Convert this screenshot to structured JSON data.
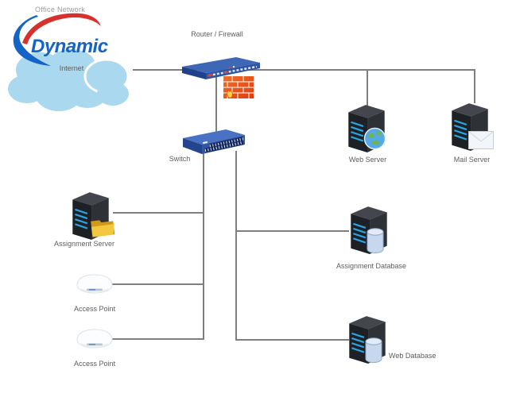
{
  "header": {
    "network_title": "Office Network",
    "logo_text": "Dynamic"
  },
  "colors": {
    "background": "#ffffff",
    "connector_line": "#7f7f7f",
    "label_text": "#5e5e5e",
    "title_text": "#9a9a9a",
    "cloud_fill": "#a9d8ef",
    "logo_blue": "#1464c8",
    "logo_red": "#d8302c",
    "network_device_blue": "#3e68b6",
    "server_body_dark": "#24272c",
    "server_led_blue": "#2aa2de",
    "firewall_brick_orange": "#e8521c",
    "folder_yellow": "#f3c83e",
    "database_cylinder_blue": "#c6d7ee"
  },
  "nodes": {
    "internet": {
      "label": "Internet",
      "type": "cloud"
    },
    "router": {
      "label": "Router / Firewall",
      "type": "router-with-firewall"
    },
    "switch": {
      "label": "Switch",
      "type": "switch"
    },
    "web_server": {
      "label": "Web Server",
      "type": "tower-server-globe"
    },
    "mail_server": {
      "label": "Mail Server",
      "type": "tower-server-mail"
    },
    "assignment_server": {
      "label": "Assignment Server",
      "type": "tower-server-folder"
    },
    "access_point_1": {
      "label": "Access Point",
      "type": "wireless-access-point"
    },
    "access_point_2": {
      "label": "Access Point",
      "type": "wireless-access-point"
    },
    "assignment_database": {
      "label": "Assignment Database",
      "type": "tower-server-database"
    },
    "web_database": {
      "label": "Web Database",
      "type": "tower-server-database"
    }
  },
  "edges": [
    {
      "from": "internet",
      "to": "router"
    },
    {
      "from": "router",
      "to": "web_server"
    },
    {
      "from": "router",
      "to": "mail_server"
    },
    {
      "from": "router",
      "to": "switch"
    },
    {
      "from": "switch",
      "to": "assignment_server"
    },
    {
      "from": "switch",
      "to": "access_point_1"
    },
    {
      "from": "switch",
      "to": "access_point_2"
    },
    {
      "from": "switch",
      "to": "assignment_database"
    },
    {
      "from": "switch",
      "to": "web_database"
    }
  ]
}
